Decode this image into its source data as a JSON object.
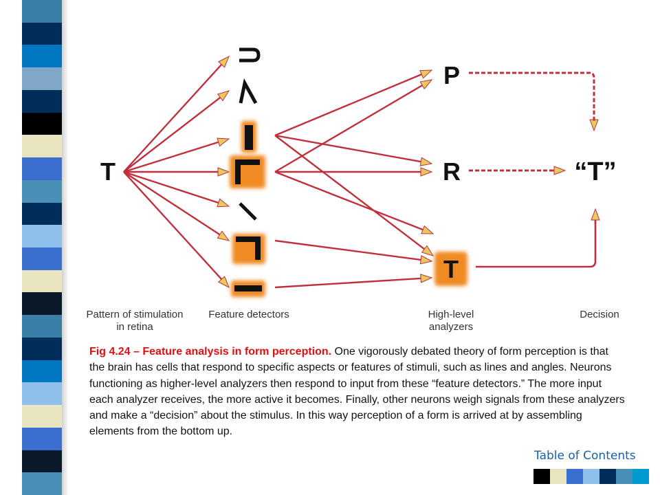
{
  "sidebar": {
    "stripe_colors": [
      "#3a7fa8",
      "#002d5a",
      "#0077c0",
      "#7fa7c8",
      "#002d5a",
      "#000000",
      "#e8e5c0",
      "#3a6fd0",
      "#4a8fb8",
      "#002d5a",
      "#8fc0ec",
      "#3a6fd0",
      "#e8e5c0",
      "#0a1a2a",
      "#3a7fa8",
      "#002d5a",
      "#0077c0",
      "#8fc0ec",
      "#e8e5c0",
      "#3a6fd0",
      "#0a1a2a",
      "#4a8fb8"
    ]
  },
  "diagram": {
    "input_letter": "T",
    "feature_glyphs": [
      "⊃",
      "∧",
      "|",
      "┌",
      "╲",
      "┐",
      "—"
    ],
    "analyzer_letters": [
      "P",
      "R",
      "T"
    ],
    "decision_text": "“T”",
    "stage_labels": {
      "retina_line1": "Pattern of stimulation",
      "retina_line2": "in retina",
      "features": "Feature detectors",
      "analyzers_line1": "High-level",
      "analyzers_line2": "analyzers",
      "decision": "Decision"
    },
    "colors": {
      "arrow": "#c0303c",
      "arrow_tip": "#e8c860",
      "highlight": "#f08a20",
      "glyph": "#111111"
    }
  },
  "caption": {
    "lead": "Fig 4.24 – Feature analysis in form perception.",
    "body": " One vigorously debated theory of form perception is that the brain has cells that respond to specific aspects or features of stimuli, such as lines and angles.  Neurons functioning as higher-level analyzers then respond to input from these “feature detectors.” The more input each analyzer receives, the more active it becomes. Finally, other neurons weigh signals from these analyzers and make a “decision” about the stimulus. In this way perception of a form is arrived at by assembling elements from the bottom up."
  },
  "footer": {
    "toc_label": "Table of Contents",
    "toc_colors": [
      "#000000",
      "#e8e5c0",
      "#3a6fd0",
      "#8fc0ec",
      "#002d5a",
      "#4a8fb8",
      "#0099d0"
    ]
  }
}
